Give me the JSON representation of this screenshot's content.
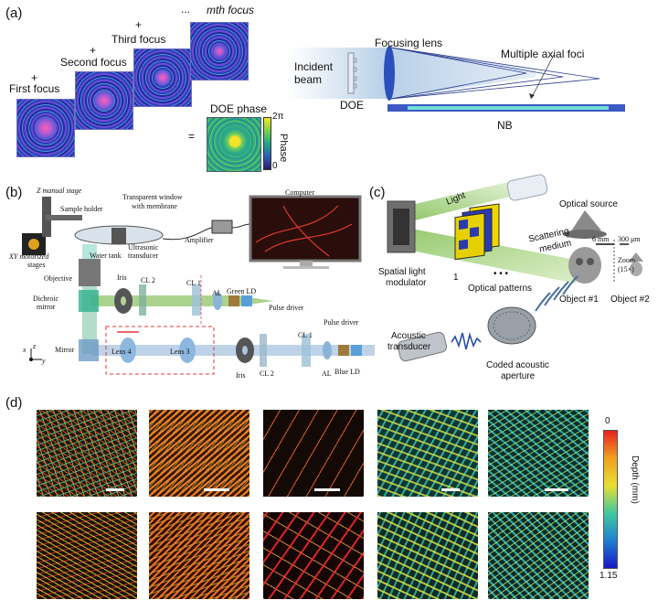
{
  "panels": {
    "a": "(a)",
    "b": "(b)",
    "c": "(c)",
    "d": "(d)"
  },
  "panel_a": {
    "plus": "+",
    "first_focus": "First focus",
    "second_focus": "Second focus",
    "third_focus": "Third focus",
    "ellipsis": "...",
    "mth_focus": "mth focus",
    "equals": "=",
    "doe_phase": "DOE phase",
    "phase_max": "2π",
    "phase_min": "0",
    "phase_axis": "Phase",
    "incident_beam": "Incident beam",
    "doe": "DOE",
    "focusing_lens": "Focusing lens",
    "multiple_axial_foci": "Multiple axial foci",
    "nb": "NB"
  },
  "panel_b": {
    "z_manual_stage": "Z manual stage",
    "sample_holder": "Sample holder",
    "transparent_window": "Transparent window",
    "with_membrane": "with membrane",
    "computer": "Computer",
    "ultrasonic": "Ultrasonic",
    "transducer": "transducer",
    "water_tank": "Water tank",
    "amplifier": "Amplifier",
    "xy_motorized": "XY motorized",
    "stages": "stages",
    "objective": "Objective",
    "iris": "Iris",
    "cl2": "CL 2",
    "cl1": "CL 1",
    "al": "AL",
    "green_ld": "Green LD",
    "pulse_driver": "Pulse driver",
    "dichroic": "Dichroic",
    "mirror_d": "mirror",
    "lens4": "Lens 4",
    "lens3": "Lens 3",
    "iris2": "Iris",
    "cl2b": "CL 2",
    "cl1b": "CL 1",
    "alb": "AL",
    "pulse_driver2": "Pulse driver",
    "blue_ld": "Blue LD",
    "mirror": "Mirror",
    "axis_x": "x",
    "axis_z": "z",
    "axis_y": "y"
  },
  "panel_c": {
    "light": "Light",
    "optical_source": "Optical source",
    "spatial_light": "Spatial light",
    "modulator": "modulator",
    "scattering": "Scattering",
    "medium": "medium",
    "one": "1",
    "dots": "• • •",
    "optical_patterns": "Optical patterns",
    "scale_6mm": "6 mm",
    "scale_300um": "300 μm",
    "zoom": "Zoom",
    "zoom_factor": "(15×)",
    "object1": "Object #1",
    "object2": "Object #2",
    "acoustic": "Acoustic",
    "transducer": "transducer",
    "coded_acoustic": "Coded acoustic",
    "aperture": "aperture"
  },
  "panel_d": {
    "colorbar_top": "0",
    "colorbar_bottom": "1.15",
    "colorbar_label": "Depth (mm)"
  },
  "colors": {
    "beam": "#bcd3ea",
    "green_beam": "#9ccf7a",
    "blue_beam": "#a8c4e0",
    "dashed_red": "#e53935",
    "doe_blue": "#1f3fae"
  }
}
